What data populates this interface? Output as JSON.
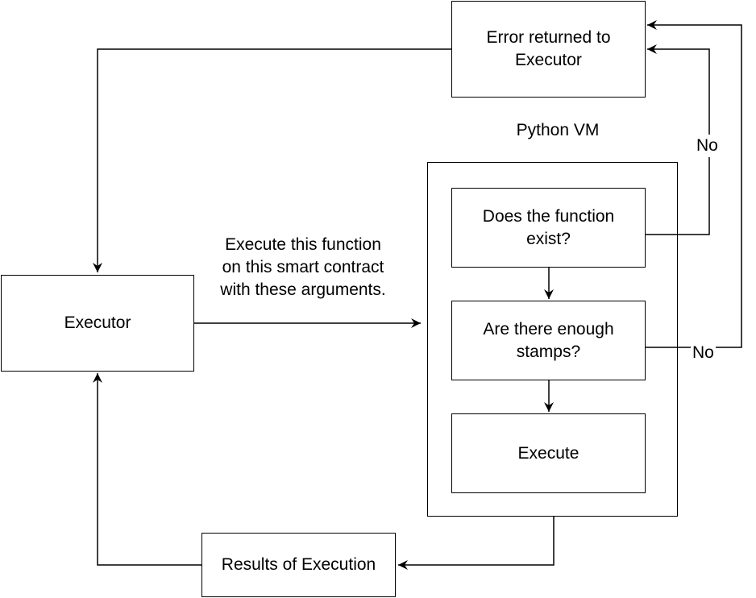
{
  "diagram": {
    "nodes": {
      "error": "Error returned to\nExecutor",
      "executor": "Executor",
      "function_exists": "Does the function\nexist?",
      "enough_stamps": "Are there enough\nstamps?",
      "execute": "Execute",
      "results": "Results of Execution"
    },
    "groups": {
      "python_vm": "Python VM"
    },
    "edges": {
      "call_label": "Execute this function\non this smart contract\nwith these arguments.",
      "no_function": "No",
      "no_stamps": "No"
    }
  }
}
